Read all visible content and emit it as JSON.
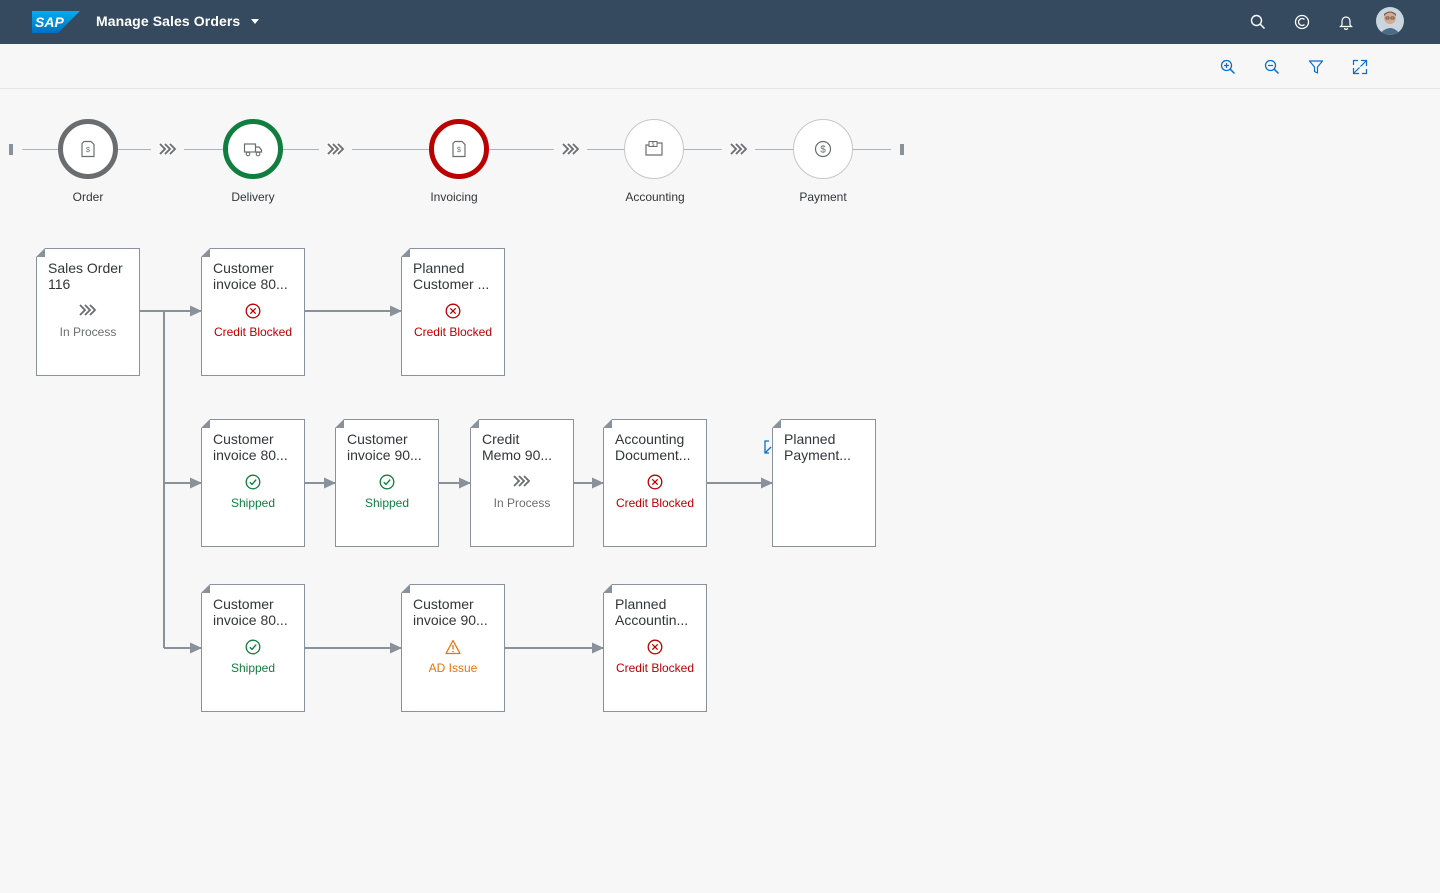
{
  "shell": {
    "app_title": "Manage Sales Orders",
    "icons": [
      "search-icon",
      "co-pilot-icon",
      "bell-icon"
    ],
    "brand_color": "#354a5f"
  },
  "toolbar": {
    "icons": [
      "zoom-in-icon",
      "zoom-out-icon",
      "filter-icon",
      "fullscreen-icon"
    ]
  },
  "lanes": [
    {
      "label": "Order",
      "icon": "order-document-icon",
      "ring_color": "#6a6d70"
    },
    {
      "label": "Delivery",
      "icon": "shipping-truck-icon",
      "ring_color": "#107e3e"
    },
    {
      "label": "Invoicing",
      "icon": "invoice-document-icon",
      "ring_color": "#bb0000"
    },
    {
      "label": "Accounting",
      "icon": "accounting-folder-icon",
      "ring_color": "#d9d9d9"
    },
    {
      "label": "Payment",
      "icon": "dollar-icon",
      "ring_color": "#d9d9d9"
    }
  ],
  "nodes": [
    {
      "title1": "Sales Order",
      "title2": "116",
      "status": "In Process",
      "status_type": "neutral"
    },
    {
      "title1": "Customer",
      "title2": "invoice 80...",
      "status": "Credit Blocked",
      "status_type": "error"
    },
    {
      "title1": "Planned",
      "title2": "Customer ...",
      "status": "Credit Blocked",
      "status_type": "error"
    },
    {
      "title1": "Customer",
      "title2": "invoice 80...",
      "status": "Shipped",
      "status_type": "success"
    },
    {
      "title1": "Customer",
      "title2": "invoice 90...",
      "status": "Shipped",
      "status_type": "success"
    },
    {
      "title1": "Credit",
      "title2": "Memo 90...",
      "status": "In Process",
      "status_type": "neutral"
    },
    {
      "title1": "Accounting",
      "title2": "Document...",
      "status": "Credit Blocked",
      "status_type": "error"
    },
    {
      "title1": "Planned",
      "title2": "Payment...",
      "status": "",
      "status_type": "none"
    },
    {
      "title1": "Customer",
      "title2": "invoice 80...",
      "status": "Shipped",
      "status_type": "success"
    },
    {
      "title1": "Customer",
      "title2": "invoice 90...",
      "status": "AD Issue",
      "status_type": "warning"
    },
    {
      "title1": "Planned",
      "title2": "Accountin...",
      "status": "Credit Blocked",
      "status_type": "error"
    }
  ]
}
